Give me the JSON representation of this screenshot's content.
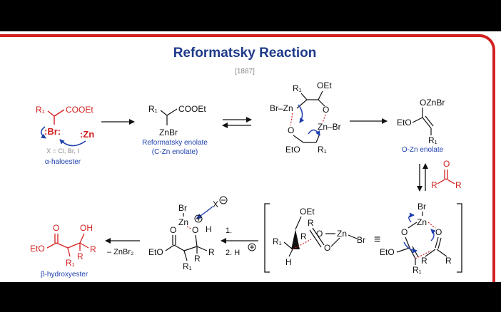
{
  "title": "Reformatsky Reaction",
  "year": "[1887]",
  "colors": {
    "frame": "#d32020",
    "title": "#1f3a8a",
    "blue": "#1e40af",
    "red": "#d32020",
    "black": "#111111",
    "gray": "#888888"
  },
  "s1": {
    "r1": "R₁",
    "cooet": "COOEt",
    "br": ":Br:",
    "zn": ":Zn",
    "x_note": "X = Cl, Br, I",
    "name": "α-haloester"
  },
  "s2": {
    "r1": "R₁",
    "cooet": "COOEt",
    "znbr": "ZnBr",
    "caption1": "Reformatsky enolate",
    "caption2": "(C-Zn enolate)"
  },
  "s3": {
    "r1_top": "R₁",
    "oet_top": "OEt",
    "brzn": "Br–Zn",
    "o_left": "O",
    "zn_br": "Zn–Br",
    "o_right": "O",
    "eto": "EtO",
    "r1_bottom": "R₁"
  },
  "s4": {
    "oznbr": "OZnBr",
    "eto": "EtO",
    "r1": "R₁",
    "caption": "O-Zn enolate"
  },
  "ketone": {
    "o": "O",
    "r_left": "R",
    "r_right": "R"
  },
  "ts_left": {
    "oet": "OEt",
    "r_a": "R",
    "r_b": "R",
    "r1": "R₁",
    "h": "H",
    "o_a": "O",
    "o_b": "O",
    "zn": "Zn",
    "br": "Br"
  },
  "ts_right": {
    "br": "Br",
    "zn": "Zn",
    "o_left": "O",
    "o_right": "O",
    "eto": "EtO",
    "r_a": "R",
    "r_b": "R",
    "r1": "R₁"
  },
  "equiv": "≡",
  "alkoxide": {
    "br": "Br",
    "zn": "Zn",
    "x": "X",
    "o": "O",
    "h": "H",
    "eto": "EtO",
    "o_carbonyl": "O",
    "r_a": "R",
    "r_b": "R",
    "r1": "R₁"
  },
  "conditions": {
    "step1": "1.",
    "step2": "2. H"
  },
  "elim": "– ZnBr₂",
  "product": {
    "o": "O",
    "oh": "OH",
    "eto": "EtO",
    "r_a": "R",
    "r_b": "R",
    "r1": "R₁",
    "name": "β-hydroxyester"
  }
}
